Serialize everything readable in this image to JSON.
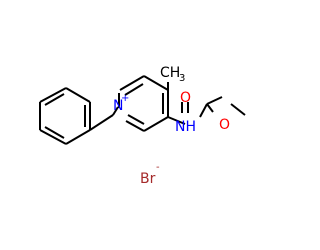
{
  "atoms": {
    "n_ring": "N",
    "n_plus": "+",
    "methyl": "CH",
    "methyl_sub": "3",
    "nh": "NH",
    "o_carbonyl": "O",
    "o_ester": "O",
    "bromine": "Br",
    "br_minus": "-"
  },
  "colors": {
    "bond": "#000000",
    "nitrogen": "#0000ff",
    "oxygen": "#ff0000",
    "bromine": "#a52a2a",
    "carbon": "#000000"
  }
}
